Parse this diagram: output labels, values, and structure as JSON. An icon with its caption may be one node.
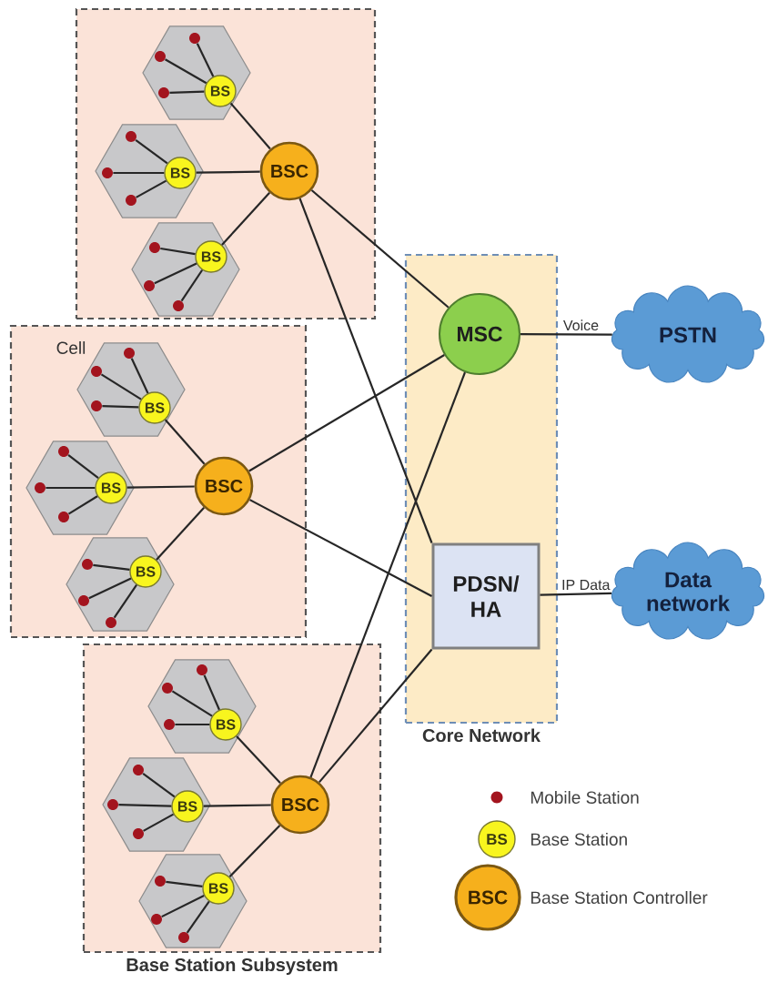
{
  "diagram": {
    "nodes": [
      {
        "text": [],
        "shape": "box"
      },
      {
        "text": [],
        "shape": "hexagon",
        "in": 0
      },
      {
        "text": [
          "BS"
        ],
        "in": 1
      },
      {
        "text": [],
        "shape": "circle",
        "in": 1
      },
      {
        "text": [],
        "shape": "circle",
        "in": 1
      },
      {
        "text": [],
        "shape": "circle",
        "in": 1
      },
      {
        "text": [],
        "shape": "hexagon",
        "in": 0
      },
      {
        "text": [
          "BS"
        ],
        "in": 6
      },
      {
        "text": [],
        "shape": "circle",
        "in": 6
      },
      {
        "text": [],
        "shape": "circle",
        "in": 6
      },
      {
        "text": [],
        "shape": "circle",
        "in": 6
      },
      {
        "text": [],
        "shape": "hexagon",
        "in": 0
      },
      {
        "text": [
          "BS"
        ],
        "in": 11
      },
      {
        "text": [],
        "shape": "circle",
        "in": 11
      },
      {
        "text": [],
        "shape": "circle",
        "in": 11
      },
      {
        "text": [],
        "shape": "circle",
        "in": 11
      },
      {
        "text": [
          "BSC"
        ],
        "in": 0
      },
      {
        "text": [],
        "shape": "box"
      },
      {
        "text": [],
        "shape": "hexagon",
        "in": 17,
        "beside": [
          "Cell"
        ]
      },
      {
        "text": [
          "BS"
        ],
        "in": 18
      },
      {
        "text": [],
        "shape": "circle",
        "in": 18
      },
      {
        "text": [],
        "shape": "circle",
        "in": 18
      },
      {
        "text": [],
        "shape": "circle",
        "in": 18
      },
      {
        "text": [],
        "shape": "hexagon",
        "in": 17
      },
      {
        "text": [
          "BS"
        ],
        "in": 23
      },
      {
        "text": [],
        "shape": "circle",
        "in": 23
      },
      {
        "text": [],
        "shape": "circle",
        "in": 23
      },
      {
        "text": [],
        "shape": "circle",
        "in": 23
      },
      {
        "text": [],
        "shape": "hexagon",
        "in": 17
      },
      {
        "text": [
          "BS"
        ],
        "in": 28
      },
      {
        "text": [],
        "shape": "circle",
        "in": 28
      },
      {
        "text": [],
        "shape": "circle",
        "in": 28
      },
      {
        "text": [],
        "shape": "circle",
        "in": 28
      },
      {
        "text": [
          "BSC"
        ],
        "in": 17
      },
      {
        "text": [
          "Base Station Subsystem"
        ]
      },
      {
        "text": [],
        "shape": "hexagon",
        "in": 34
      },
      {
        "text": [
          "BS"
        ],
        "in": 35
      },
      {
        "text": [],
        "shape": "circle",
        "in": 35
      },
      {
        "text": [],
        "shape": "circle",
        "in": 35
      },
      {
        "text": [],
        "shape": "circle",
        "in": 35
      },
      {
        "text": [],
        "shape": "hexagon",
        "in": 34
      },
      {
        "text": [
          "BS"
        ],
        "in": 40
      },
      {
        "text": [],
        "shape": "circle",
        "in": 40
      },
      {
        "text": [],
        "shape": "circle",
        "in": 40
      },
      {
        "text": [],
        "shape": "circle",
        "in": 40
      },
      {
        "text": [],
        "shape": "hexagon",
        "in": 34
      },
      {
        "text": [
          "BS"
        ],
        "in": 45
      },
      {
        "text": [],
        "shape": "circle",
        "in": 45
      },
      {
        "text": [],
        "shape": "circle",
        "in": 45
      },
      {
        "text": [],
        "shape": "circle",
        "in": 45
      },
      {
        "text": [
          "BSC"
        ],
        "in": 34
      },
      {
        "text": [
          "Core Network"
        ]
      },
      {
        "text": [
          "MSC"
        ],
        "in": 51
      },
      {
        "text": [
          "PDSN/ HA"
        ],
        "in": 51
      },
      {
        "text": [
          "PSTN"
        ]
      },
      {
        "text": [
          "Data network"
        ]
      }
    ],
    "edges": [
      {
        "from": 2,
        "to": 3,
        "arrow": "none"
      },
      {
        "from": 2,
        "to": 4,
        "arrow": "none"
      },
      {
        "from": 2,
        "to": 5,
        "arrow": "none"
      },
      {
        "from": 2,
        "to": 16,
        "arrow": "none"
      },
      {
        "from": 7,
        "to": 8,
        "arrow": "none"
      },
      {
        "from": 7,
        "to": 9,
        "arrow": "none"
      },
      {
        "from": 7,
        "to": 10,
        "arrow": "none"
      },
      {
        "from": 7,
        "to": 16,
        "arrow": "none"
      },
      {
        "from": 12,
        "to": 13,
        "arrow": "none"
      },
      {
        "from": 12,
        "to": 14,
        "arrow": "none"
      },
      {
        "from": 12,
        "to": 15,
        "arrow": "none"
      },
      {
        "from": 12,
        "to": 16,
        "arrow": "none"
      },
      {
        "from": 19,
        "to": 20,
        "arrow": "none"
      },
      {
        "from": 19,
        "to": 21,
        "arrow": "none"
      },
      {
        "from": 19,
        "to": 22,
        "arrow": "none"
      },
      {
        "from": 19,
        "to": 33,
        "arrow": "none"
      },
      {
        "from": 24,
        "to": 25,
        "arrow": "none"
      },
      {
        "from": 24,
        "to": 26,
        "arrow": "none"
      },
      {
        "from": 24,
        "to": 27,
        "arrow": "none"
      },
      {
        "from": 24,
        "to": 33,
        "arrow": "none"
      },
      {
        "from": 29,
        "to": 30,
        "arrow": "none"
      },
      {
        "from": 29,
        "to": 31,
        "arrow": "none"
      },
      {
        "from": 29,
        "to": 32,
        "arrow": "none"
      },
      {
        "from": 29,
        "to": 33,
        "arrow": "none"
      },
      {
        "from": 36,
        "to": 37,
        "arrow": "none"
      },
      {
        "from": 36,
        "to": 38,
        "arrow": "none"
      },
      {
        "from": 36,
        "to": 39,
        "arrow": "none"
      },
      {
        "from": 36,
        "to": 50,
        "arrow": "none"
      },
      {
        "from": 41,
        "to": 42,
        "arrow": "none"
      },
      {
        "from": 41,
        "to": 43,
        "arrow": "none"
      },
      {
        "from": 41,
        "to": 44,
        "arrow": "none"
      },
      {
        "from": 41,
        "to": 50,
        "arrow": "none"
      },
      {
        "from": 46,
        "to": 47,
        "arrow": "none"
      },
      {
        "from": 46,
        "to": 48,
        "arrow": "none"
      },
      {
        "from": 46,
        "to": 49,
        "arrow": "none"
      },
      {
        "from": 46,
        "to": 50,
        "arrow": "none"
      },
      {
        "from": 16,
        "to": 52,
        "arrow": "none"
      },
      {
        "from": 16,
        "to": 53,
        "arrow": "none"
      },
      {
        "from": 33,
        "to": 52,
        "arrow": "none"
      },
      {
        "from": 33,
        "to": 53,
        "arrow": "none"
      },
      {
        "from": 50,
        "to": 52,
        "arrow": "none"
      },
      {
        "from": 50,
        "to": 53,
        "arrow": "none"
      },
      {
        "from": 52,
        "to": 54,
        "arrow": "none",
        "label": "Voice"
      },
      {
        "from": 53,
        "to": 55,
        "arrow": "none",
        "label": "IP Data"
      }
    ],
    "labels": [
      "BS",
      "BSC"
    ],
    "legend": [
      {
        "text": "Mobile Station"
      },
      {
        "text": "Base Station"
      },
      {
        "text": "Base Station Controller"
      }
    ]
  }
}
